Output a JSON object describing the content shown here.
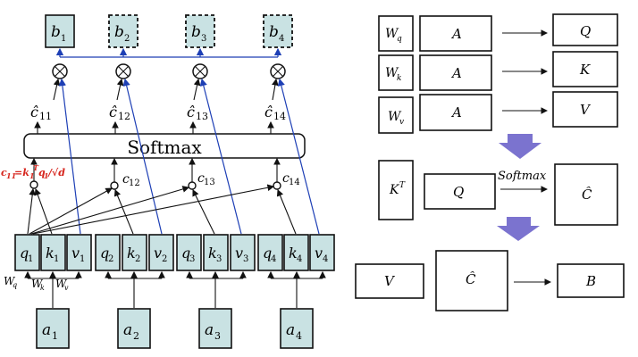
{
  "left": {
    "outputs": [
      {
        "base": "b",
        "sub": "1",
        "dashed": false
      },
      {
        "base": "b",
        "sub": "2",
        "dashed": true
      },
      {
        "base": "b",
        "sub": "3",
        "dashed": true
      },
      {
        "base": "b",
        "sub": "4",
        "dashed": true
      }
    ],
    "c_hat_labels": [
      {
        "base": "ĉ",
        "sub": "11"
      },
      {
        "base": "ĉ",
        "sub": "12"
      },
      {
        "base": "ĉ",
        "sub": "13"
      },
      {
        "base": "ĉ",
        "sub": "14"
      }
    ],
    "softmax_label": "Softmax",
    "c_labels": [
      {
        "base": "c",
        "sub": "12"
      },
      {
        "base": "c",
        "sub": "13"
      },
      {
        "base": "c",
        "sub": "14"
      }
    ],
    "c11_formula": {
      "prefix": "c",
      "sub": "11",
      "eq": "=k",
      "k_sub": "1",
      "sup": "T",
      "q": "q",
      "q_sub": "1",
      "tail": "/√d"
    },
    "qkv_groups": [
      [
        {
          "base": "q",
          "sub": "1"
        },
        {
          "base": "k",
          "sub": "1"
        },
        {
          "base": "v",
          "sub": "1"
        }
      ],
      [
        {
          "base": "q",
          "sub": "2"
        },
        {
          "base": "k",
          "sub": "2"
        },
        {
          "base": "v",
          "sub": "2"
        }
      ],
      [
        {
          "base": "q",
          "sub": "3"
        },
        {
          "base": "k",
          "sub": "3"
        },
        {
          "base": "v",
          "sub": "3"
        }
      ],
      [
        {
          "base": "q",
          "sub": "4"
        },
        {
          "base": "k",
          "sub": "4"
        },
        {
          "base": "v",
          "sub": "4"
        }
      ]
    ],
    "weight_labels": [
      {
        "base": "W",
        "sub": "q"
      },
      {
        "base": "W",
        "sub": "k"
      },
      {
        "base": "W",
        "sub": "v"
      }
    ],
    "inputs": [
      {
        "base": "a",
        "sub": "1"
      },
      {
        "base": "a",
        "sub": "2"
      },
      {
        "base": "a",
        "sub": "3"
      },
      {
        "base": "a",
        "sub": "4"
      }
    ]
  },
  "right": {
    "rows": [
      {
        "w": {
          "base": "W",
          "sub": "q"
        },
        "a": "A",
        "out": "Q"
      },
      {
        "w": {
          "base": "W",
          "sub": "k"
        },
        "a": "A",
        "out": "K"
      },
      {
        "w": {
          "base": "W",
          "sub": "v"
        },
        "a": "A",
        "out": "V"
      }
    ],
    "kt": {
      "base": "K",
      "sup": "T"
    },
    "q": "Q",
    "softmax_label": "Softmax",
    "c_hat": "Ĉ",
    "v": "V",
    "c_hat2": "Ĉ",
    "b": "B"
  },
  "colors": {
    "teal": "#c9e2e3",
    "blue_line": "#1d3fb5",
    "red_formula": "#d6241c",
    "flow_arrow": "#7b73cf"
  }
}
